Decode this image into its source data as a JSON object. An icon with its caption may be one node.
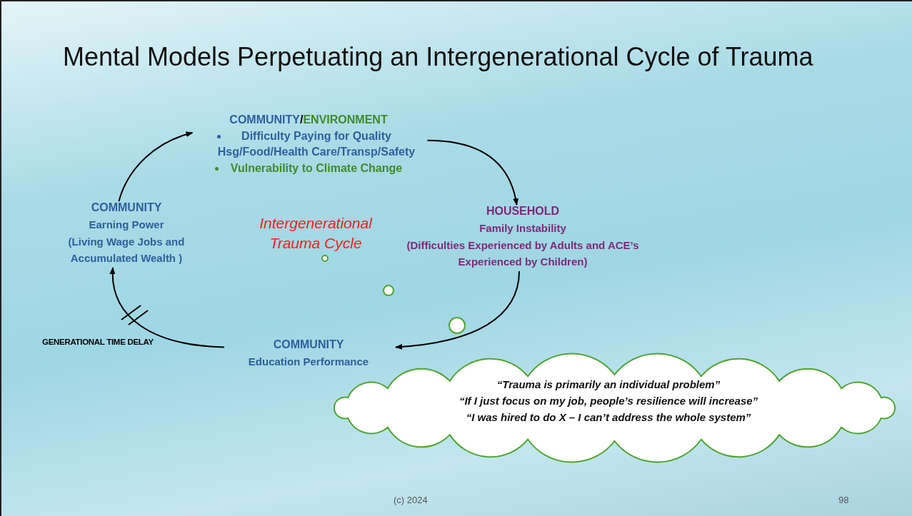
{
  "diagram": {
    "title": "Mental Models Perpetuating an Intergenerational Cycle of Trauma",
    "nodes": [
      {
        "text": [
          "COMMUNITY/ENVIRONMENT",
          "Difficulty Paying for Quality Hsg/Food/Health Care/Transp/Safety",
          "Vulnerability to Climate Change"
        ]
      },
      {
        "text": [
          "HOUSEHOLD",
          "Family Instability",
          "(Difficulties Experienced by Adults and ACE’s Experienced by Children)"
        ]
      },
      {
        "text": [
          "COMMUNITY",
          "Education Performance"
        ]
      },
      {
        "text": [
          "COMMUNITY",
          "Earning Power",
          "(Living Wage Jobs and Accumulated Wealth )"
        ]
      },
      {
        "text": [
          "“Trauma is primarily an individual problem”",
          "“If I just focus on my job, people’s resilience will increase”",
          "“I was hired to do X – I can’t address the whole system”"
        ]
      }
    ],
    "edges": [
      {
        "from": 0,
        "to": 1,
        "arrow": "to"
      },
      {
        "from": 1,
        "to": 2,
        "arrow": "to"
      },
      {
        "from": 2,
        "to": 3,
        "arrow": "to",
        "label": "GENERATIONAL TIME DELAY"
      },
      {
        "from": 3,
        "to": 0,
        "arrow": "to"
      }
    ],
    "labels": [
      "Intergenerational Trauma Cycle",
      "(c) 2024",
      "98"
    ]
  }
}
